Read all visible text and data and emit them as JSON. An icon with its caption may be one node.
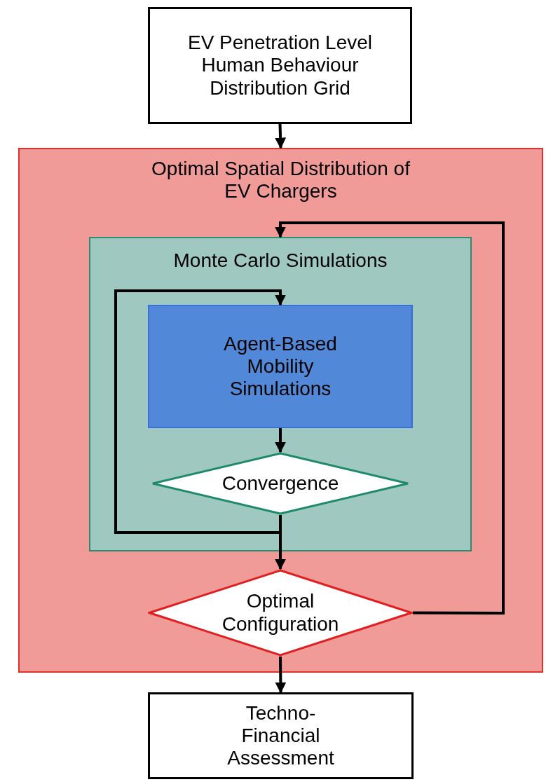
{
  "diagram": {
    "nodes": [
      {
        "text": [
          "EV Penetration Level",
          "Human Behaviour",
          "Distribution Grid"
        ]
      },
      {
        "text": [
          "Optimal Spatial Distribution of EV Chargers"
        ]
      },
      {
        "text": [
          "Monte Carlo Simulations"
        ],
        "in": 1
      },
      {
        "text": [
          "Agent-Based Mobility Simulations"
        ],
        "in": 2
      },
      {
        "text": [
          "Convergence"
        ],
        "in": 2
      },
      {
        "text": [
          "Optimal Configuration"
        ],
        "in": 1
      },
      {
        "text": [
          "Techno-Financial Assessment"
        ]
      }
    ],
    "edges": [
      {
        "from": 0,
        "to": 1,
        "arrow": "to"
      },
      {
        "from": 3,
        "to": 4,
        "arrow": "to"
      },
      {
        "from": 4,
        "to": 3,
        "arrow": "to"
      },
      {
        "from": 4,
        "to": 5,
        "arrow": "to"
      },
      {
        "from": 5,
        "to": 2,
        "arrow": "to"
      },
      {
        "from": 5,
        "to": 6,
        "arrow": "to"
      }
    ]
  }
}
